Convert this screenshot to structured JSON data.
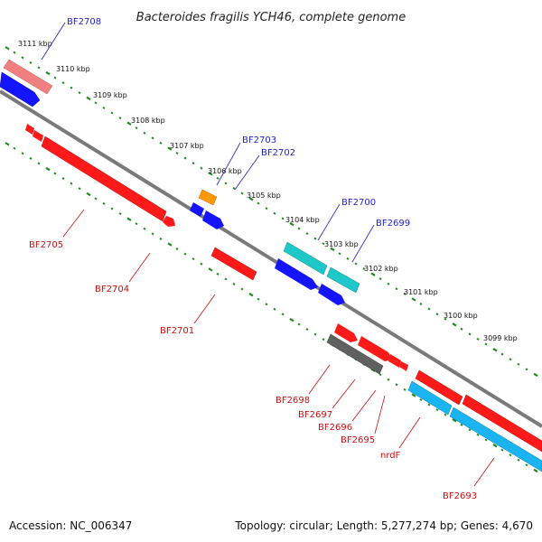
{
  "title": "Bacteroides fragilis YCH46, complete genome",
  "footer": {
    "accession": "Accession: NC_006347",
    "summary": "Topology: circular; Length: 5,277,274 bp; Genes: 4,670"
  },
  "ticks": [
    "3111 kbp",
    "3110 kbp",
    "3109 kbp",
    "3108 kbp",
    "3107 kbp",
    "3106 kbp",
    "3105 kbp",
    "3104 kbp",
    "3103 kbp",
    "3102 kbp",
    "3101 kbp",
    "3100 kbp",
    "3099 kbp"
  ],
  "gene_labels_top": [
    "BF2708",
    "BF2703",
    "BF2702",
    "BF2700",
    "BF2699"
  ],
  "gene_labels_bottom": [
    "BF2705",
    "BF2704",
    "BF2701",
    "BF2698",
    "BF2697",
    "BF2696",
    "BF2695",
    "nrdF",
    "BF2693"
  ],
  "colors": {
    "backbone": "#7a7a7a",
    "tick": "#1f8a1f",
    "red": "#ff1a1a",
    "blue": "#1414ff",
    "teal": "#1ec8c8",
    "cyan": "#1ab4f0",
    "pink": "#f08080",
    "orange": "#ff9900",
    "gray": "#606060",
    "label_blue": "#1f1fc4",
    "label_red": "#c81010"
  }
}
